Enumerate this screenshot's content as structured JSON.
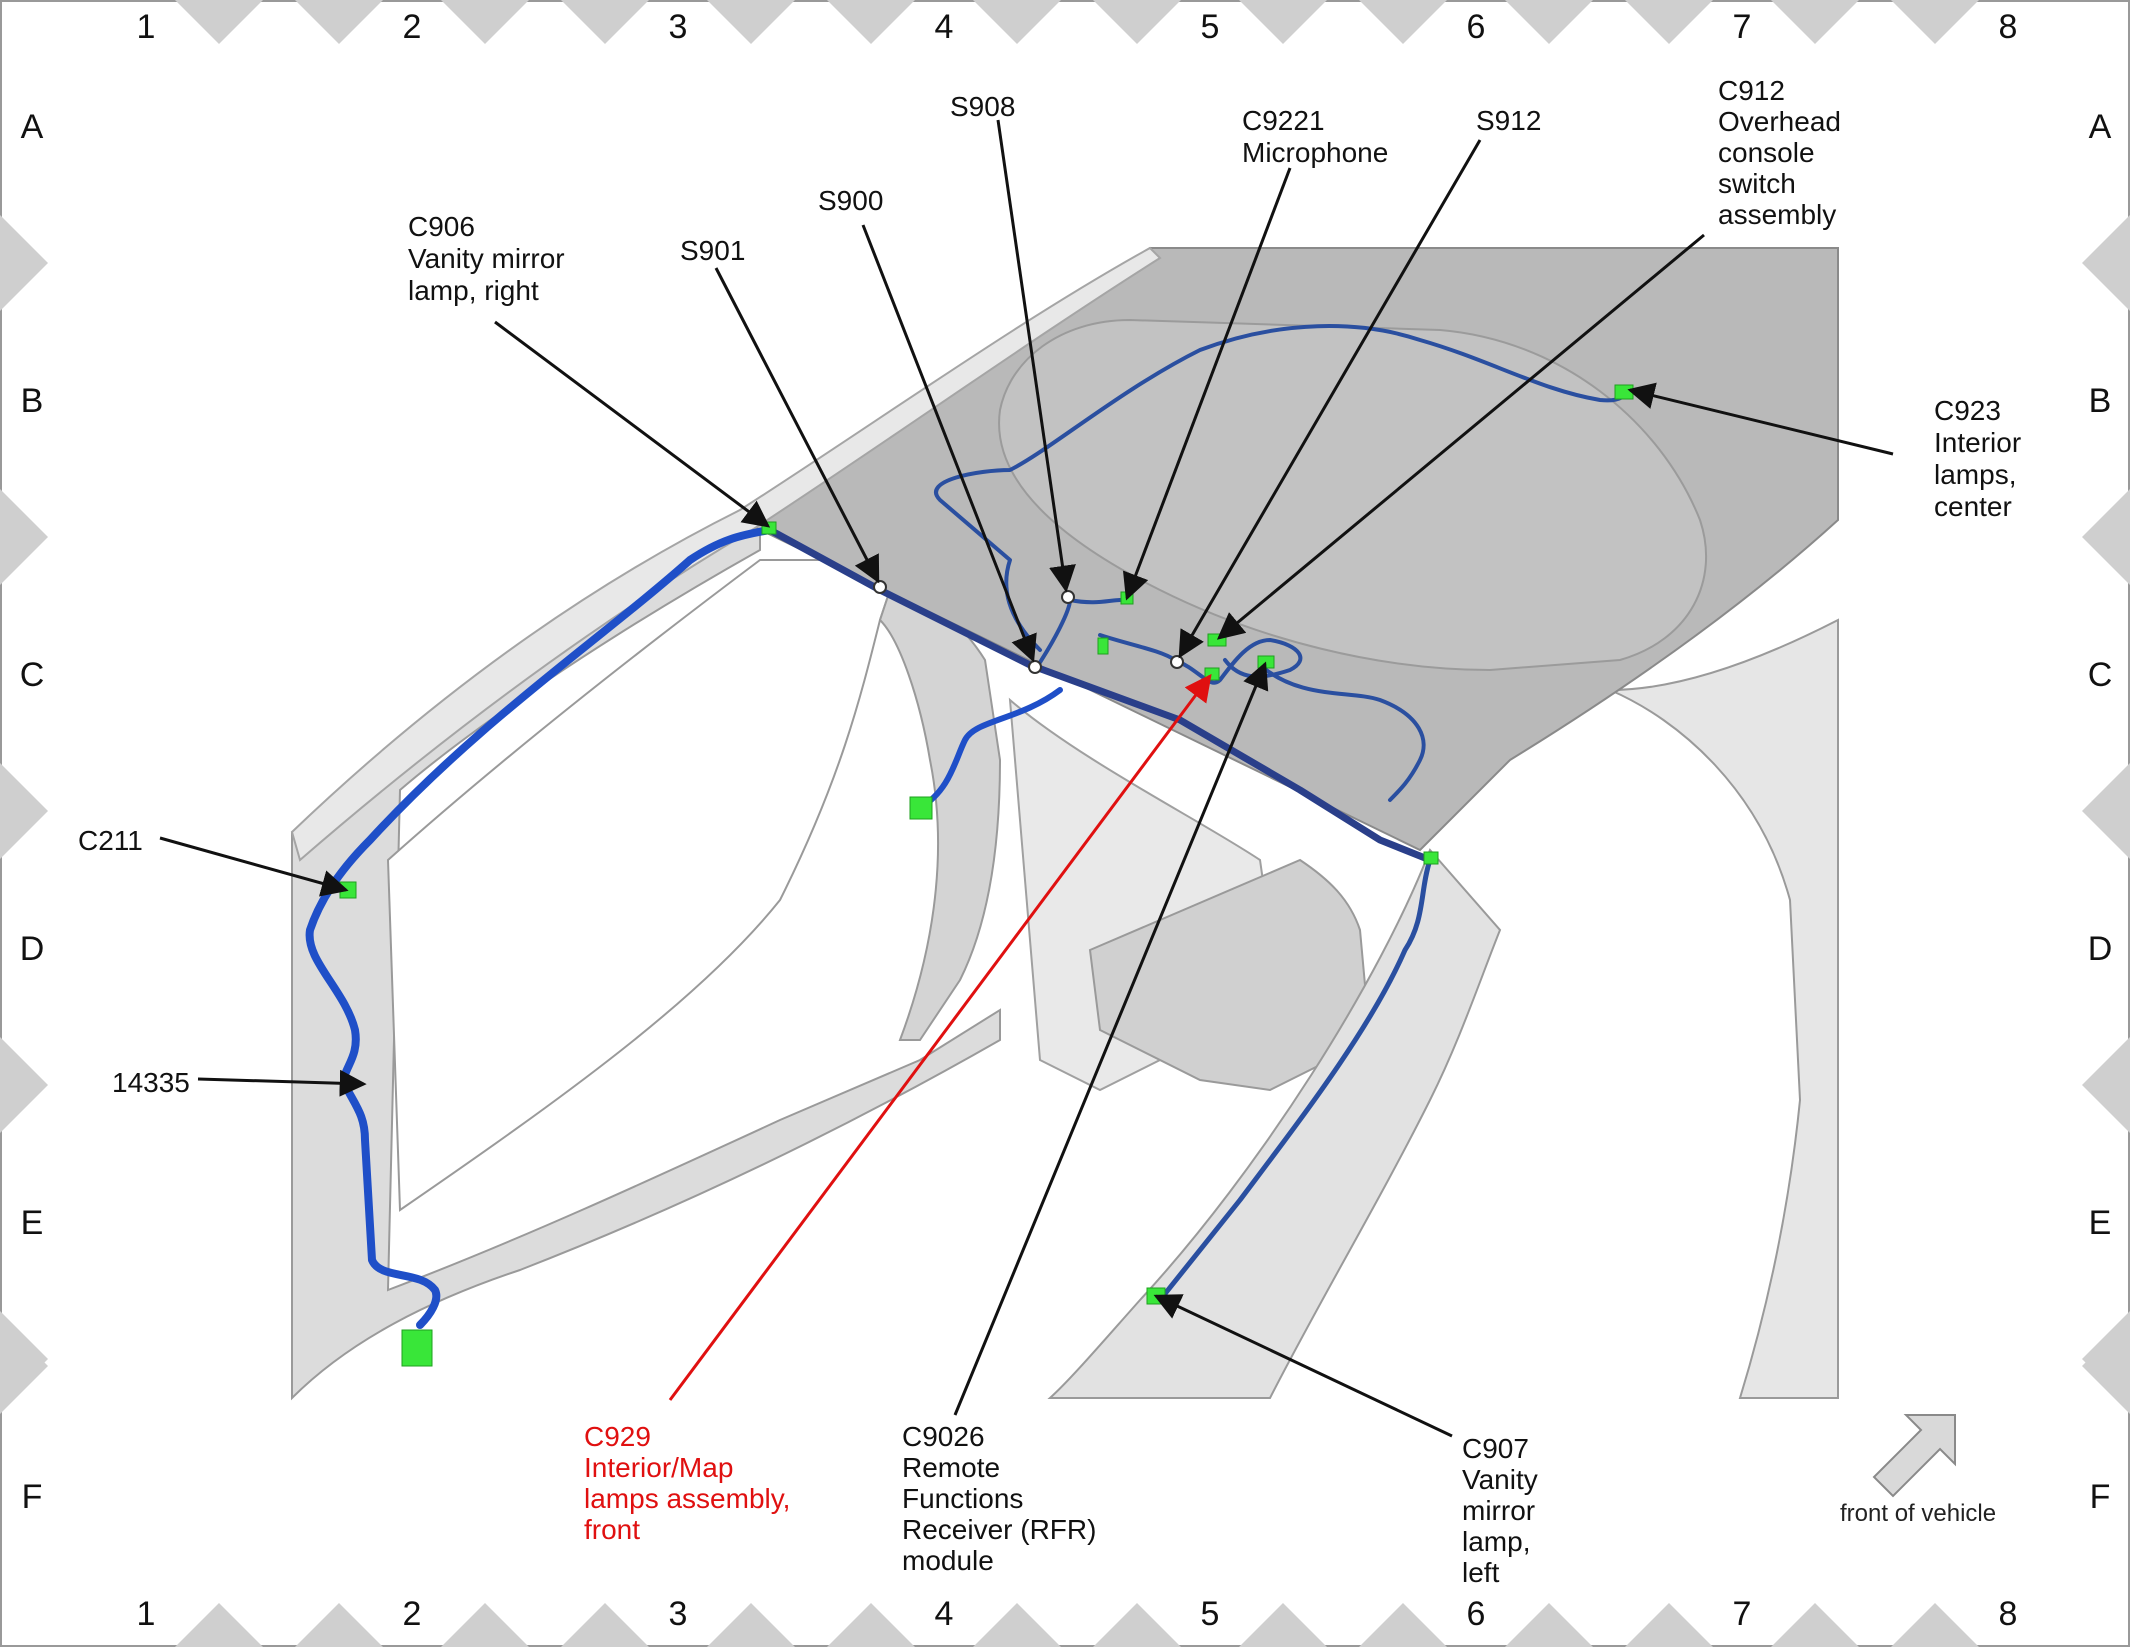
{
  "grid": {
    "columns": [
      "1",
      "2",
      "3",
      "4",
      "5",
      "6",
      "7",
      "8"
    ],
    "rows": [
      "A",
      "B",
      "C",
      "D",
      "E",
      "F"
    ]
  },
  "callouts": [
    {
      "id": "c906",
      "lines": [
        "C906",
        "Vanity mirror",
        "lamp, right"
      ]
    },
    {
      "id": "s901",
      "lines": [
        "S901"
      ]
    },
    {
      "id": "s900",
      "lines": [
        "S900"
      ]
    },
    {
      "id": "s908",
      "lines": [
        "S908"
      ]
    },
    {
      "id": "c9221",
      "lines": [
        "C9221",
        "Microphone"
      ]
    },
    {
      "id": "s912",
      "lines": [
        "S912"
      ]
    },
    {
      "id": "c912",
      "lines": [
        "C912",
        "Overhead",
        "console",
        "switch",
        "assembly"
      ]
    },
    {
      "id": "c923",
      "lines": [
        "C923",
        "Interior",
        "lamps,",
        "center"
      ]
    },
    {
      "id": "c211",
      "lines": [
        "C211"
      ]
    },
    {
      "id": "p14335",
      "lines": [
        "14335"
      ]
    },
    {
      "id": "c929",
      "lines": [
        "C929",
        "Interior/Map",
        "lamps assembly,",
        "front"
      ],
      "highlight": true
    },
    {
      "id": "c9026",
      "lines": [
        "C9026",
        "Remote",
        "Functions",
        "Receiver (RFR)",
        "module"
      ]
    },
    {
      "id": "c907",
      "lines": [
        "C907",
        "Vanity",
        "mirror",
        "lamp,",
        "left"
      ]
    }
  ],
  "orientation": {
    "label": "front of vehicle"
  },
  "colors": {
    "harness": "#1f4fc8",
    "harness_dark": "#2a3f8a",
    "connector": "#39e639",
    "highlight": "#e01010",
    "roof": "#b9b9b9",
    "body": "#dcdcdc",
    "tab": "#cfcfcf"
  }
}
